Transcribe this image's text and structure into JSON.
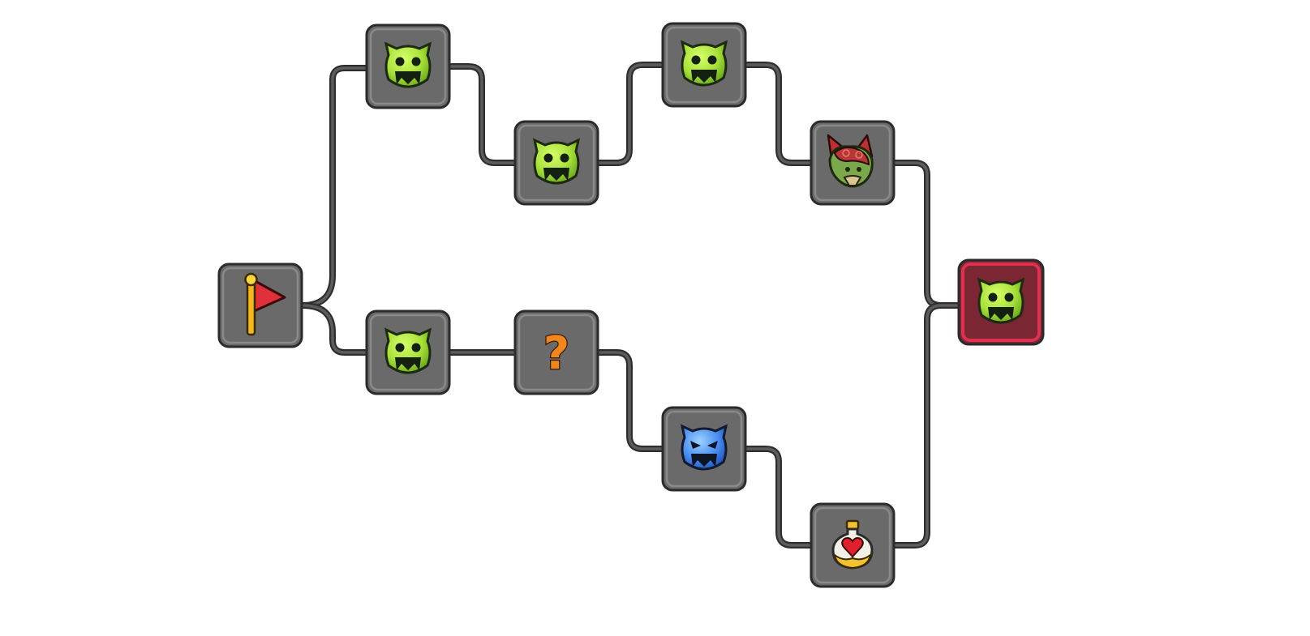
{
  "map": {
    "nodes": [
      {
        "id": "start",
        "type": "start",
        "icon": "flag-icon"
      },
      {
        "id": "upper-1",
        "type": "battle",
        "icon": "green-monster-icon"
      },
      {
        "id": "upper-2",
        "type": "battle",
        "icon": "green-monster-icon"
      },
      {
        "id": "upper-3",
        "type": "battle",
        "icon": "green-monster-icon"
      },
      {
        "id": "upper-4",
        "type": "elite",
        "icon": "horned-beast-icon"
      },
      {
        "id": "lower-1",
        "type": "battle",
        "icon": "green-monster-icon"
      },
      {
        "id": "lower-2",
        "type": "mystery",
        "icon": "question-mark-icon",
        "label": "?"
      },
      {
        "id": "lower-3",
        "type": "hard-battle",
        "icon": "blue-monster-icon"
      },
      {
        "id": "lower-4",
        "type": "heal",
        "icon": "heart-potion-icon"
      },
      {
        "id": "boss",
        "type": "boss",
        "icon": "green-monster-icon"
      }
    ],
    "colors": {
      "node_fill": "#6a6a6a",
      "boss_fill": "#7a2633",
      "boss_border": "#e03050",
      "path": "#2e2e2e",
      "green_monster": "#a8e03a",
      "blue_monster": "#4a8ff0",
      "question_mark": "#f0861e"
    }
  }
}
